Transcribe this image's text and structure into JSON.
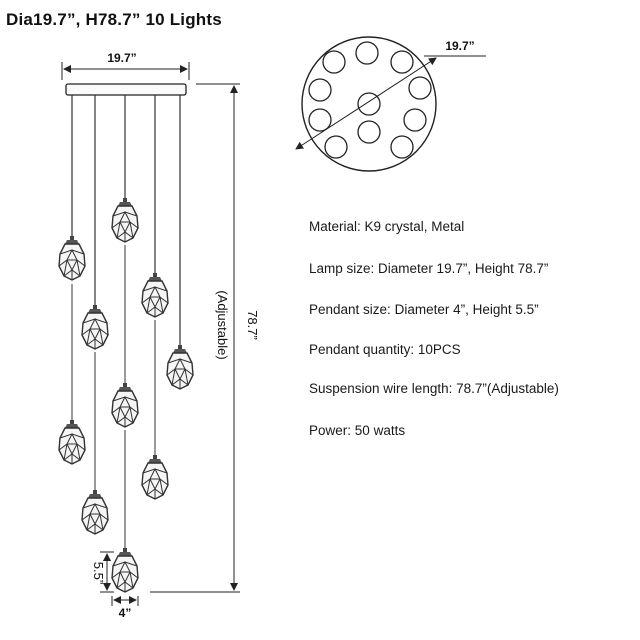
{
  "header": {
    "title": "Dia19.7”, H78.7”  10 Lights"
  },
  "front_view": {
    "width_label": "19.7”",
    "height_label": "78.7”",
    "adjustable_label": "(Adjustable)",
    "pendant_height_label": "5.5”",
    "pendant_width_label": "4”"
  },
  "top_view": {
    "diameter_label": "19.7”"
  },
  "specs": [
    {
      "label": "Material:",
      "value": "K9 crystal, Metal"
    },
    {
      "label": "Lamp size:",
      "value": "Diameter 19.7”, Height 78.7”"
    },
    {
      "label": "Pendant size:",
      "value": "Diameter 4”, Height 5.5”"
    },
    {
      "label": "Pendant quantity:",
      "value": "10PCS"
    },
    {
      "label": "Suspension wire length:",
      "value": "78.7”(Adjustable)"
    },
    {
      "label": "Power:",
      "value": "50 watts"
    }
  ],
  "colors": {
    "line": "#222222",
    "crystal_outline": "#333333"
  }
}
